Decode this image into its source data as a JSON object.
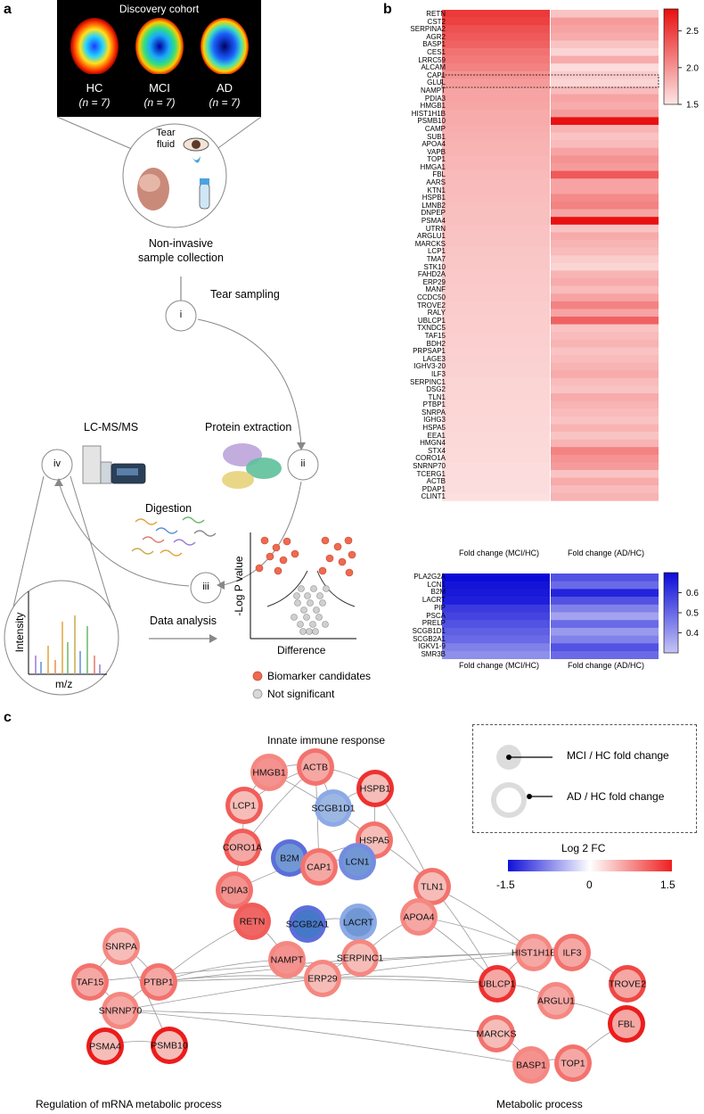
{
  "panel_a": {
    "letter": "a",
    "cohort_title": "Discovery cohort",
    "groups": [
      {
        "name": "HC",
        "n": "(n = 7)"
      },
      {
        "name": "MCI",
        "n": "(n = 7)"
      },
      {
        "name": "AD",
        "n": "(n = 7)"
      }
    ],
    "tear_fluid": "Tear fluid",
    "collection": [
      "Non-invasive",
      "sample collection"
    ],
    "tear_sampling": "Tear sampling",
    "steps": [
      "i",
      "ii",
      "iii",
      "iv"
    ],
    "protein_extraction": "Protein extraction",
    "lcms": "LC-MS/MS",
    "digestion": "Digestion",
    "data_analysis": "Data analysis",
    "intensity": "Intensity",
    "mz": "m/z",
    "volcano_y": "-Log P value",
    "volcano_x": "Difference",
    "legend_candidates": "Biomarker candidates",
    "legend_ns": "Not significant"
  },
  "panel_b": {
    "letter": "b",
    "up_genes": [
      "RETN",
      "CST2",
      "SERPINA2",
      "AGR2",
      "BASP1",
      "CES1",
      "LRRC59",
      "ALCAM",
      "CAP1",
      "GLUL",
      "NAMPT",
      "PDIA3",
      "HMGB1",
      "HIST1H1B",
      "PSMB10",
      "CAMP",
      "SUB1",
      "APOA4",
      "VAPB",
      "TOP1",
      "HMGA1",
      "FBL",
      "AARS",
      "KTN1",
      "HSPB1",
      "LMNB2",
      "DNPEP",
      "PSMA4",
      "UTRN",
      "ARGLU1",
      "MARCKS",
      "LCP1",
      "TMA7",
      "STK10",
      "FAHD2A",
      "ERP29",
      "MANF",
      "CCDC50",
      "TROVE2",
      "RALY",
      "UBLCP1",
      "TXNDC5",
      "TAF15",
      "BDH2",
      "PRPSAP1",
      "LAGE3",
      "IGHV3-20",
      "ILF3",
      "SERPINC1",
      "DSG2",
      "TLN1",
      "PTBP1",
      "SNRPA",
      "IGHG3",
      "HSPA5",
      "EEA1",
      "HMGN4",
      "STX4",
      "CORO1A",
      "SNRNP70",
      "TCERG1",
      "ACTB",
      "PDAP1",
      "CLINT1"
    ],
    "up_mci": [
      2.55,
      2.5,
      2.4,
      2.35,
      2.3,
      2.2,
      2.15,
      2.1,
      2.0,
      1.95,
      1.9,
      1.9,
      1.88,
      1.85,
      1.85,
      1.83,
      1.82,
      1.8,
      1.8,
      1.78,
      1.78,
      1.76,
      1.75,
      1.75,
      1.74,
      1.73,
      1.72,
      1.72,
      1.71,
      1.7,
      1.7,
      1.69,
      1.68,
      1.68,
      1.67,
      1.67,
      1.66,
      1.66,
      1.65,
      1.65,
      1.64,
      1.64,
      1.63,
      1.63,
      1.62,
      1.62,
      1.61,
      1.61,
      1.6,
      1.6,
      1.6,
      1.59,
      1.59,
      1.58,
      1.58,
      1.57,
      1.57,
      1.56,
      1.56,
      1.55,
      1.55,
      1.54,
      1.54,
      1.53
    ],
    "up_ad": [
      1.7,
      1.95,
      1.9,
      1.85,
      1.7,
      1.6,
      1.85,
      1.55,
      1.65,
      1.6,
      1.75,
      1.9,
      1.85,
      1.95,
      2.8,
      1.8,
      1.7,
      1.75,
      1.9,
      2.0,
      1.95,
      2.35,
      1.9,
      1.9,
      2.05,
      2.1,
      1.9,
      2.8,
      1.7,
      1.85,
      1.8,
      1.75,
      1.65,
      1.6,
      1.8,
      1.85,
      1.75,
      1.9,
      2.1,
      1.9,
      2.3,
      1.7,
      1.75,
      1.8,
      1.7,
      1.75,
      1.8,
      1.85,
      1.75,
      1.7,
      1.85,
      1.8,
      1.75,
      1.7,
      1.8,
      1.7,
      1.8,
      2.1,
      2.0,
      1.95,
      1.7,
      1.85,
      1.75,
      1.8
    ],
    "up_scale": {
      "min": 1.5,
      "max": 2.8,
      "ticks": [
        "2.5",
        "2.0",
        "1.5"
      ],
      "tick_values": [
        2.5,
        2.0,
        1.5
      ]
    },
    "down_genes": [
      "PLA2G2A",
      "LCN1",
      "B2M",
      "LACRT",
      "PIP",
      "PSCA",
      "PRELP",
      "SCGB1D1",
      "SCGB2A1",
      "IGKV1-9",
      "SMR3B"
    ],
    "down_mci": [
      0.3,
      0.32,
      0.33,
      0.34,
      0.4,
      0.42,
      0.45,
      0.48,
      0.5,
      0.55,
      0.58
    ],
    "down_ad": [
      0.45,
      0.5,
      0.35,
      0.45,
      0.55,
      0.62,
      0.5,
      0.6,
      0.55,
      0.45,
      0.5
    ],
    "down_scale": {
      "min": 0.3,
      "max": 0.7,
      "ticks": [
        "0.6",
        "0.5",
        "0.4"
      ],
      "tick_values": [
        0.6,
        0.5,
        0.4
      ]
    },
    "col_labels": [
      "Fold change (MCI/HC)",
      "Fold change (AD/HC)"
    ]
  },
  "panel_c": {
    "letter": "c",
    "group_titles": [
      "Innate immune response",
      "Regulation of mRNA metabolic process",
      "Metabolic process"
    ],
    "legend_mci": "MCI / HC fold change",
    "legend_ad": "AD / HC fold change",
    "colorbar_title": "Log 2 FC",
    "colorbar_ticks": [
      "-1.5",
      "0",
      "1.5"
    ],
    "nodes": [
      "HMGB1",
      "ACTB",
      "HSPB1",
      "LCP1",
      "SCGB1D1",
      "CORO1A",
      "HSPA5",
      "B2M",
      "LCN1",
      "CAP1",
      "PDIA3",
      "TLN1",
      "SCGB2A1",
      "LACRT",
      "RETN",
      "APOA4",
      "NAMPT",
      "SERPINC1",
      "ERP29",
      "SNRPA",
      "TAF15",
      "PTBP1",
      "SNRNP70",
      "PSMA4",
      "PSMB10",
      "HIST1H1B",
      "ILF3",
      "UBLCP1",
      "TROVE2",
      "ARGLU1",
      "FBL",
      "MARCKS",
      "BASP1",
      "TOP1"
    ]
  }
}
